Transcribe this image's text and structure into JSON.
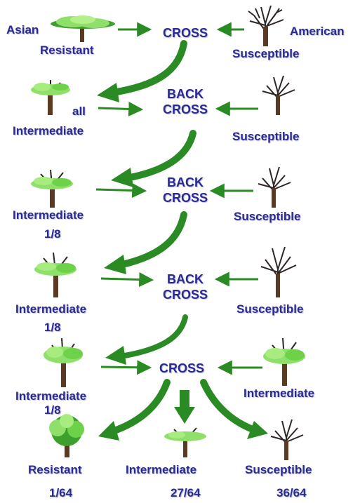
{
  "colors": {
    "text": "#2b2b8f",
    "arrow": "#2a8a23",
    "trunk": "#5a3a22",
    "leaf_light": "#8fe06a",
    "leaf_dark": "#3da02c"
  },
  "row1": {
    "left_top": "Asian",
    "left_bottom": "Resistant",
    "center": "CROSS",
    "right_top": "American",
    "right_bottom": "Susceptible",
    "icons": [
      "resistant-tree-icon",
      "bare-tree-icon"
    ]
  },
  "row2": {
    "left_side": "all",
    "left_bottom": "Intermediate",
    "center_line1": "BACK",
    "center_line2": "CROSS",
    "right_bottom": "Susceptible"
  },
  "row3": {
    "left_bottom": "Intermediate",
    "left_fraction": "1/8",
    "center_line1": "BACK",
    "center_line2": "CROSS",
    "right_bottom": "Susceptible"
  },
  "row4": {
    "left_bottom": "Intermediate",
    "left_fraction": "1/8",
    "center_line1": "BACK",
    "center_line2": "CROSS",
    "right_bottom": "Susceptible"
  },
  "row5": {
    "left_bottom": "Intermediate",
    "left_fraction": "1/8",
    "center": "CROSS",
    "right_bottom": "Intermediate"
  },
  "results": [
    {
      "label": "Resistant",
      "fraction": "1/64"
    },
    {
      "label": "Intermediate",
      "fraction": "27/64"
    },
    {
      "label": "Susceptible",
      "fraction": "36/64"
    }
  ]
}
